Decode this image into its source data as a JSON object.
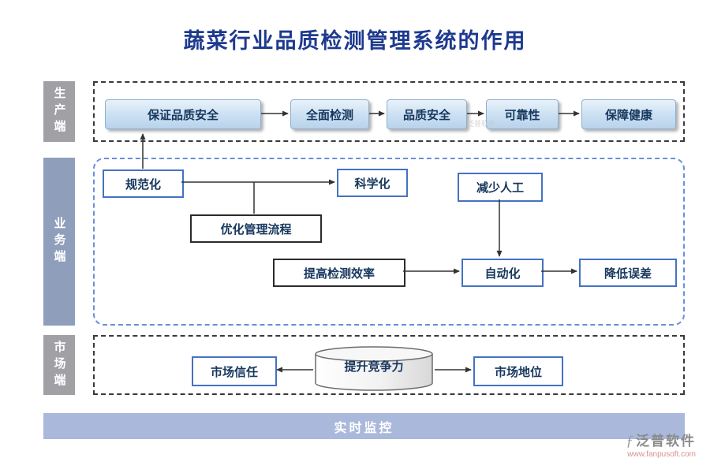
{
  "title": "蔬菜行业品质检测管理系统的作用",
  "side_labels": {
    "production": "生产端",
    "business": "业务端",
    "market": "市场端"
  },
  "production_chain": [
    "保证品质安全",
    "全面检测",
    "品质安全",
    "可靠性",
    "保障健康"
  ],
  "business_nodes": {
    "standardization": "规范化",
    "scientific": "科学化",
    "reduce_labor": "减少人工",
    "optimize_process": "优化管理流程",
    "improve_efficiency": "提高检测效率",
    "automation": "自动化",
    "reduce_error": "降低误差"
  },
  "market_nodes": {
    "market_trust": "市场信任",
    "competitiveness": "提升竞争力",
    "market_position": "市场地位"
  },
  "footer_bar": "实时监控",
  "watermark": "泛普软件",
  "logo": {
    "name": "泛普软件",
    "url": "www.fanpusoft.com"
  },
  "colors": {
    "title": "#1E3A8F",
    "node_border_blue": "#4472C4",
    "node_text": "#17375E",
    "side_gray": "#A1A1A5",
    "side_blue": "#8E9EBB",
    "footer_bg": "#A9B8DB"
  }
}
